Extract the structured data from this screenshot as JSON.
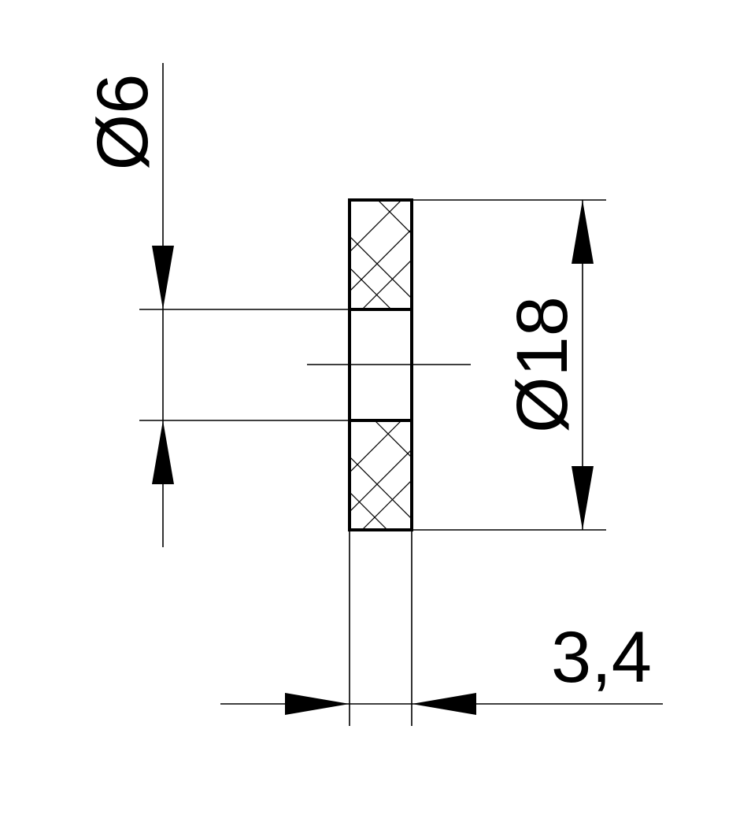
{
  "drawing": {
    "dimensions": {
      "inner_diameter": "Ø6",
      "outer_diameter": "Ø18",
      "thickness": "3,4"
    }
  }
}
